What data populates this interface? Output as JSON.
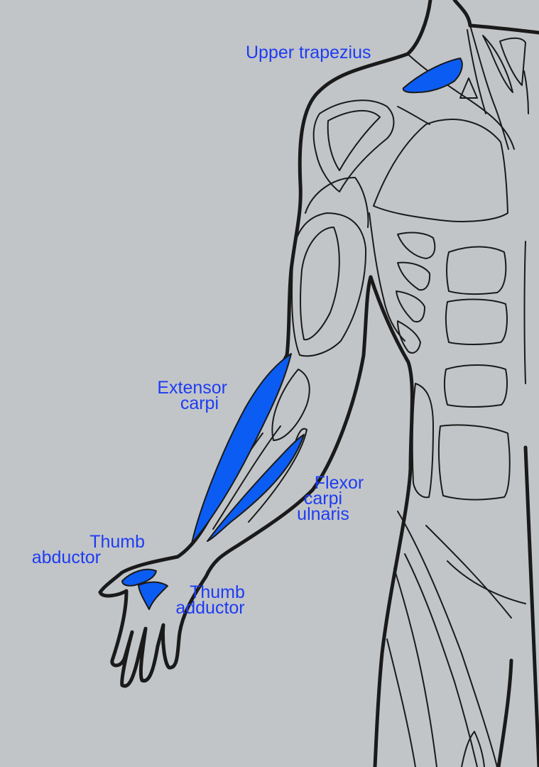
{
  "colors": {
    "background": "#c2c5c8",
    "outline": "#1a1a1a",
    "highlight": "#0b5cf2",
    "label_text": "#1d3cf2"
  },
  "labels": {
    "upper_trapezius": "Upper trapezius",
    "extensor_carpi": {
      "line1": "Extensor",
      "line2": "carpi"
    },
    "flexor_carpi_ulnaris": {
      "line1": "Flexor",
      "line2": "carpi",
      "line3": "ulnaris"
    },
    "thumb_abductor": {
      "line1": "Thumb",
      "line2": "abductor"
    },
    "thumb_adductor": {
      "line1": "Thumb",
      "line2": "adductor"
    }
  }
}
